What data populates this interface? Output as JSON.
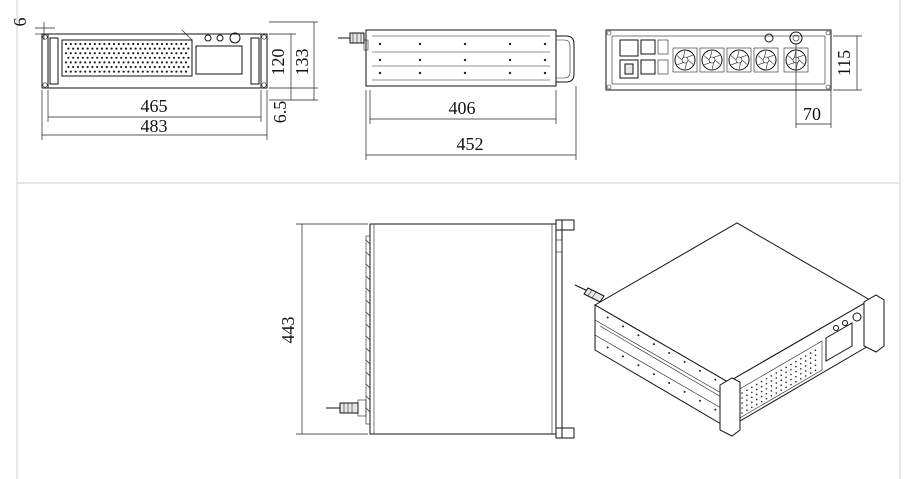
{
  "dimensions": {
    "front_width_inner": "465",
    "front_width_outer": "483",
    "front_height_body": "120",
    "front_height_total": "133",
    "front_top_offset": "6",
    "front_bottom_offset": "6.5",
    "side_depth_body": "406",
    "side_depth_total": "452",
    "rear_height": "115",
    "rear_port_offset": "70",
    "top_depth": "443"
  },
  "colors": {
    "line": "#111111",
    "page_border": "#cccccc"
  }
}
